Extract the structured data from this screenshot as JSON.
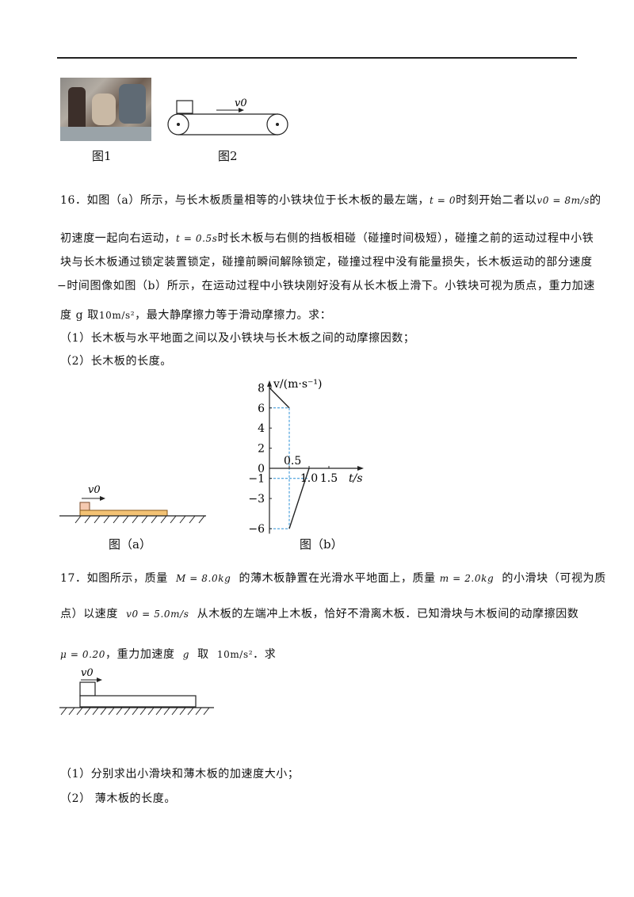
{
  "fig1_caption": "图1",
  "fig2_caption": "图2",
  "fig2_v0": "v0",
  "q16": {
    "line1_a": "16．如图（a）所示，与长木板质量相等的小铁块位于长木板的最左端，",
    "line1_t0": "t = 0",
    "line1_b": "时刻开始二者以",
    "line1_v0": "v0 = 8m/s",
    "line1_c": "的",
    "line2_a": "初速度一起向右运动，",
    "line2_t": "t = 0.5s",
    "line2_b": "时长木板与右侧的挡板相碰（碰撞时间极短），碰撞之前的运动过程中小铁",
    "line3": "块与长木板通过锁定装置锁定，碰撞前瞬间解除锁定，碰撞过程中没有能量损失，长木板运动的部分速度",
    "line4": "−时间图像如图（b）所示，在运动过程中小铁块刚好没有从长木板上滑下。小铁块可视为质点，重力加速",
    "line5_a": "度 g 取",
    "line5_g": "10m/s²",
    "line5_b": "，最大静摩擦力等于滑动摩擦力。求：",
    "q1": "（1）长木板与水平地面之间以及小铁块与长木板之间的动摩擦因数；",
    "q2": "（2）长木板的长度。",
    "fig_a_caption": "图（a）",
    "fig_b_caption": "图（b）",
    "fig_a_v0": "v0"
  },
  "chart_data": {
    "type": "line",
    "ylabel": "v/(m·s⁻¹)",
    "xlabel": "t/s",
    "y_ticks": [
      "8",
      "6",
      "4",
      "2",
      "0",
      "−1",
      "−3",
      "−6"
    ],
    "y_tick_values": [
      8,
      6,
      4,
      2,
      0,
      -1,
      -3,
      -6
    ],
    "x_ticks": [
      "0.5",
      "1.0",
      "1.5"
    ],
    "x_tick_values": [
      0.5,
      1.0,
      1.5
    ],
    "segments": [
      {
        "points": [
          [
            0,
            8
          ],
          [
            0.5,
            6
          ]
        ]
      },
      {
        "points": [
          [
            0.5,
            -6
          ],
          [
            1.0,
            0
          ]
        ]
      }
    ],
    "guides": [
      {
        "from": [
          0,
          6
        ],
        "to": [
          0.5,
          6
        ]
      },
      {
        "from": [
          0.5,
          6
        ],
        "to": [
          0.5,
          -6
        ]
      },
      {
        "from": [
          0,
          -6
        ],
        "to": [
          0.5,
          -6
        ]
      },
      {
        "from": [
          0,
          -1
        ],
        "to": [
          1.0,
          -1
        ]
      }
    ]
  },
  "q17": {
    "line1_a": "17．如图所示，质量",
    "line1_M": "M = 8.0kg",
    "line1_b": "的薄木板静置在光滑水平地面上，质量",
    "line1_m": "m = 2.0kg",
    "line1_c": "的小滑块（可视为质",
    "line2_a": "点）以速度",
    "line2_v0": "v0 = 5.0m/s",
    "line2_b": "从木板的左端冲上木板，恰好不滑离木板．已知滑块与木板间的动摩擦因数",
    "line3_mu": "μ = 0.20",
    "line3_a": "，重力加速度",
    "line3_g": "g",
    "line3_b": "取",
    "line3_gv": "10m/s²",
    "line3_c": "．求",
    "fig_v0": "v0",
    "q1": "（1）分别求出小滑块和薄木板的加速度大小；",
    "q2": "（2）  薄木板的长度。"
  }
}
